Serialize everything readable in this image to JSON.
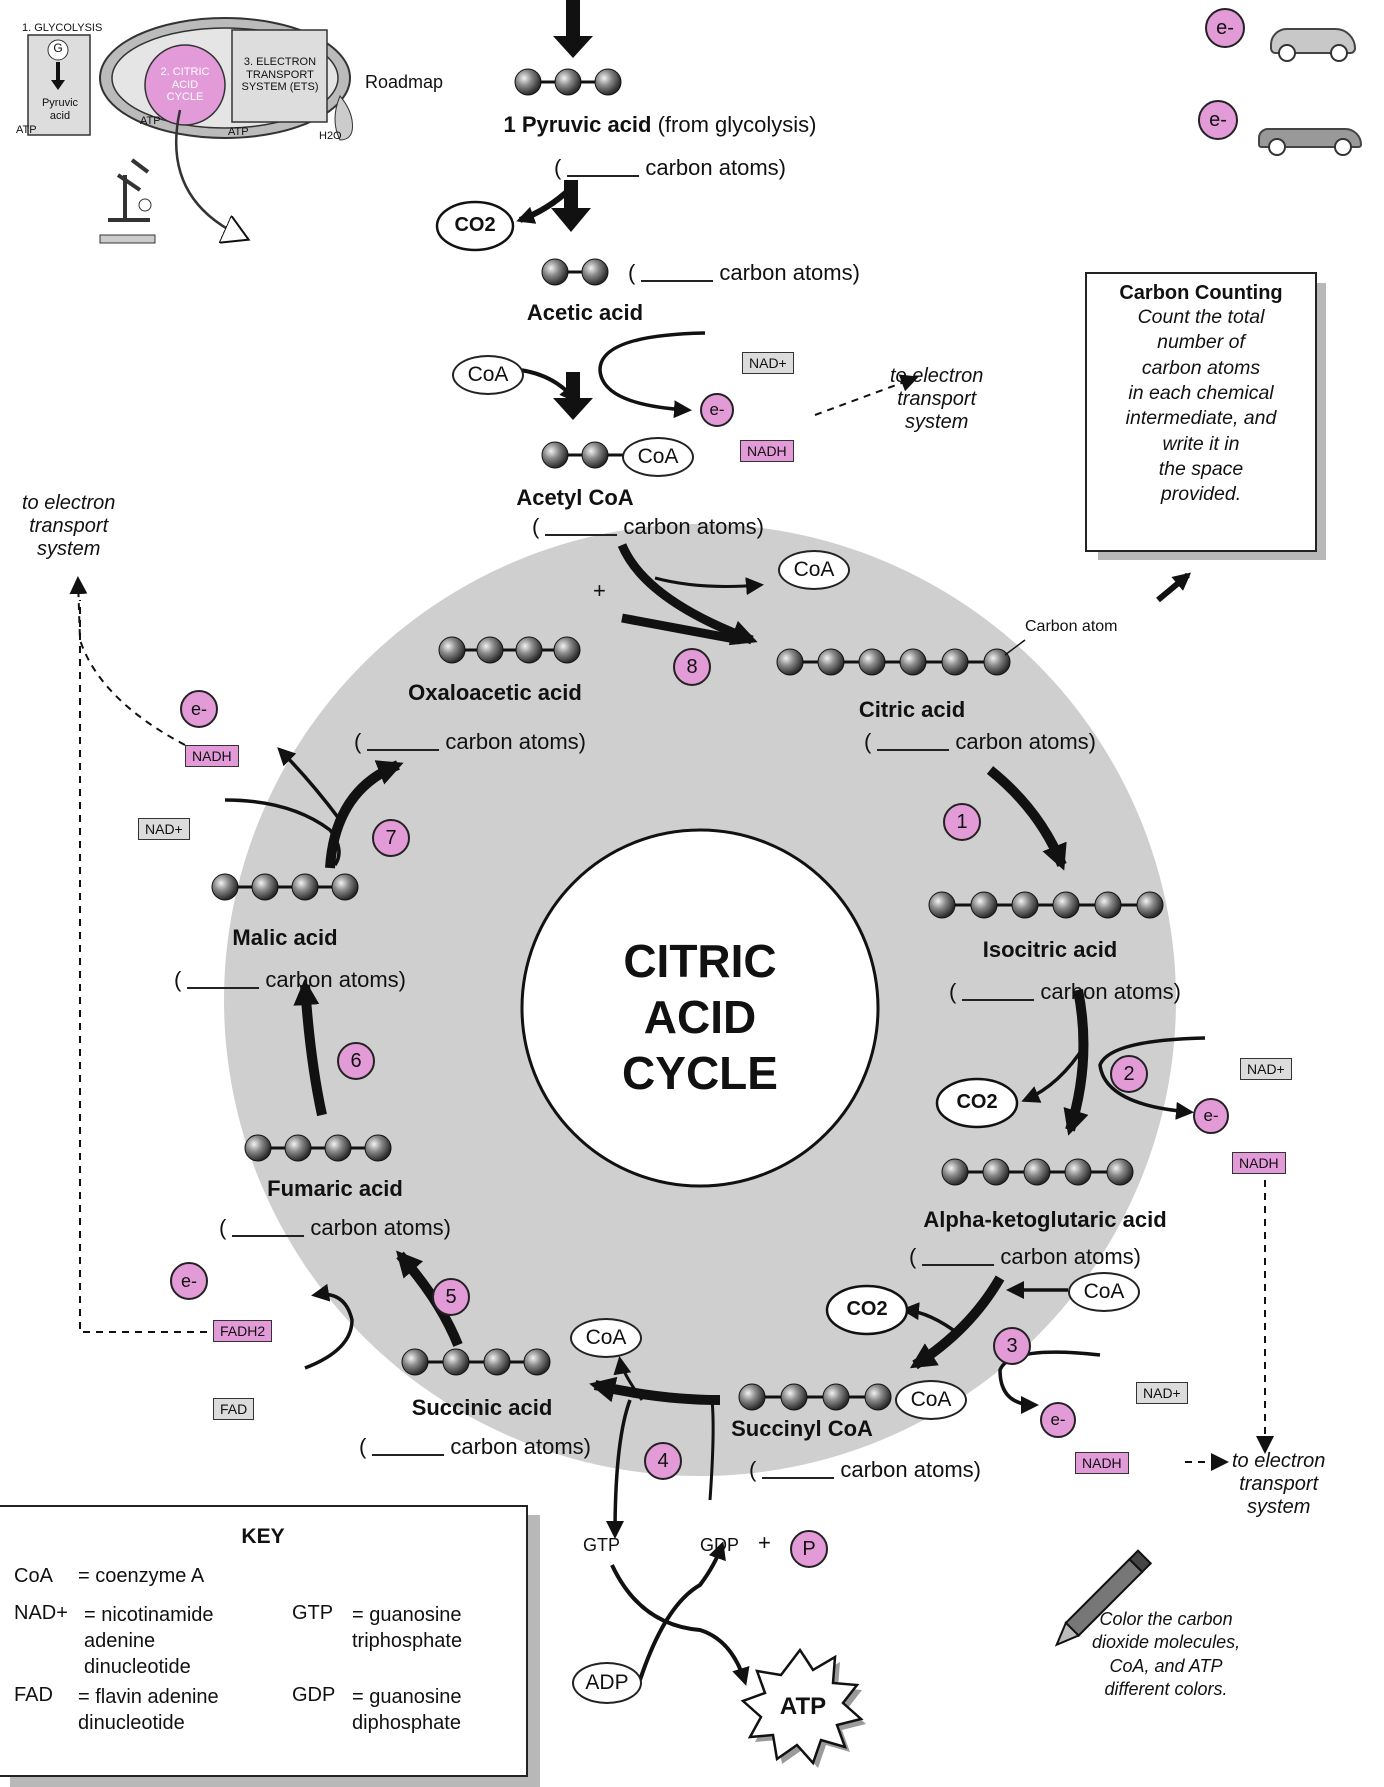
{
  "roadmap": {
    "label": "Roadmap",
    "step1": "1. GLYCOLYSIS",
    "g": "G",
    "pyruvic": "Pyruvic acid",
    "step2": "2. CITRIC ACID CYCLE",
    "step3": "3. ELECTRON TRANSPORT SYSTEM (ETS)",
    "atp": "ATP",
    "h2o": "H2O"
  },
  "header": {
    "pyruvic_bold": "1 Pyruvic acid",
    "pyruvic_note": "(from glycolysis)",
    "acetic": "Acetic acid",
    "acetyl": "Acetyl CoA"
  },
  "carbon_blank_prefix": "(",
  "carbon_blank_suffix": "carbon atoms)",
  "molecules": {
    "oxaloacetic": "Oxaloacetic acid",
    "citric": "Citric acid",
    "isocitric": "Isocitric acid",
    "alpha": "Alpha-ketoglutaric acid",
    "succinyl": "Succinyl CoA",
    "succinic": "Succinic acid",
    "fumaric": "Fumaric acid",
    "malic": "Malic acid"
  },
  "center": {
    "line1": "CITRIC",
    "line2": "ACID",
    "line3": "CYCLE"
  },
  "carbon_atom_label": "Carbon atom",
  "counting_box": {
    "title": "Carbon Counting",
    "body": [
      "Count the total",
      "number of",
      "carbon atoms",
      "in each chemical",
      "intermediate, and",
      "write it in",
      "the space",
      "provided."
    ]
  },
  "labels": {
    "coa": "CoA",
    "co2": "CO2",
    "nad": "NAD+",
    "nadh": "NADH",
    "fad": "FAD",
    "fadh2": "FADH2",
    "e": "e-",
    "plus": "+",
    "gtp": "GTP",
    "gdp": "GDP",
    "p": "P",
    "adp": "ADP",
    "atp": "ATP",
    "to_ets": [
      "to electron",
      "transport",
      "system"
    ]
  },
  "steps": [
    "1",
    "2",
    "3",
    "4",
    "5",
    "6",
    "7",
    "8"
  ],
  "key": {
    "title": "KEY",
    "rows": [
      {
        "abbr": "CoA",
        "def": "= coenzyme A"
      },
      {
        "abbr": "NAD+",
        "def": "= nicotinamide adenine dinucleotide"
      },
      {
        "abbr": "FAD",
        "def": "= flavin adenine dinucleotide"
      },
      {
        "abbr": "GTP",
        "def": "= guanosine triphosphate"
      },
      {
        "abbr": "GDP",
        "def": "= guanosine diphosphate"
      }
    ]
  },
  "color_note": [
    "Color the carbon",
    "dioxide molecules,",
    "CoA, and ATP",
    "different colors."
  ]
}
